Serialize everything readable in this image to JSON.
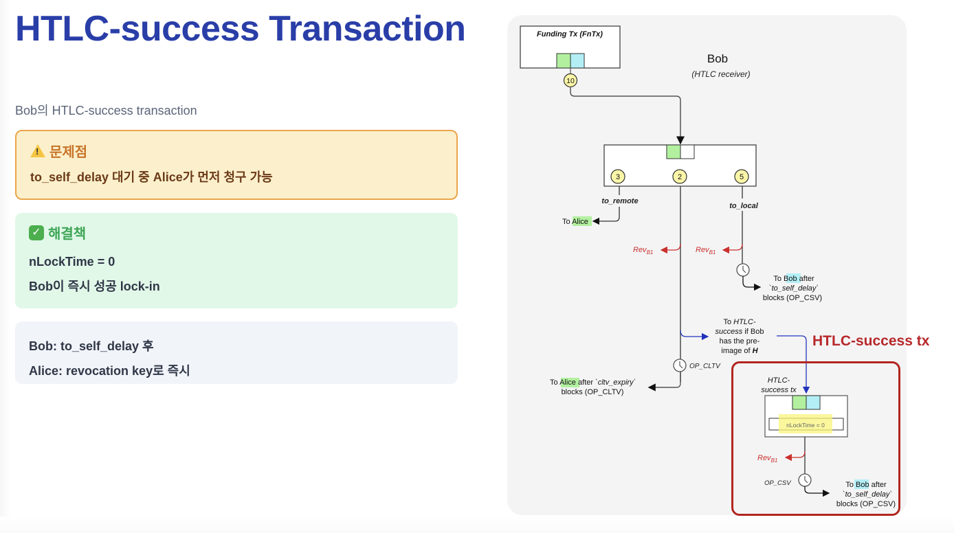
{
  "page": {
    "title": "HTLC-success Transaction",
    "subtitle": "Bob의 HTLC-success transaction"
  },
  "cards": {
    "warning": {
      "icon": "warning-icon",
      "heading": "문제점",
      "lines": [
        "to_self_delay 대기 중 Alice가 먼저 청구 가능"
      ]
    },
    "solution": {
      "icon": "check-icon",
      "check_glyph": "✓",
      "heading": "해결책",
      "lines": [
        "nLockTime = 0",
        "Bob이 즉시 성공 lock-in"
      ]
    },
    "note": {
      "lines": [
        "Bob: to_self_delay 후",
        "Alice: revocation key로 즉시"
      ]
    }
  },
  "diagram": {
    "party": "Bob",
    "role": "(HTLC receiver)",
    "funding_tx": {
      "label": "Funding Tx (FnTx)",
      "amount": "10"
    },
    "commitment_outputs": [
      {
        "amount": "3",
        "label": "to_remote"
      },
      {
        "amount": "2",
        "label": ""
      },
      {
        "amount": "5",
        "label": "to_local"
      }
    ],
    "to_alice": {
      "prefix": "To ",
      "name": "Alice"
    },
    "revocation_label": {
      "main": "Rev",
      "sub": "B1"
    },
    "to_local_dest": {
      "line1_prefix": "To ",
      "line1_name": "Bob",
      "line1_suffix": " after",
      "line2": "`to_self_delay`",
      "line3": "blocks (OP_CSV)"
    },
    "htlc_branch": {
      "line1": "To ",
      "line1_em": "HTLC-",
      "line2_em": "success",
      "line2": " if Bob",
      "line3": "has the pre-",
      "line4": "image of ",
      "line4_em": "H"
    },
    "cltv": {
      "op_label": "OP_CLTV",
      "line1_prefix": "To ",
      "line1_name": "Alice",
      "line1_suffix": " after ",
      "line1_em": "`cltv_expiry`",
      "line2": "blocks (OP_CLTV)"
    },
    "htlc_success_tx": {
      "label_line1": "HTLC-",
      "label_line2": "success tx",
      "nlocktime": "nLockTime = 0",
      "op_label": "OP_CSV",
      "dest_line1_prefix": "To ",
      "dest_line1_name": "Bob",
      "dest_line1_suffix": " after",
      "dest_line2": "`to_self_delay`",
      "dest_line3": "blocks (OP_CSV)"
    },
    "callout": "HTLC-success tx",
    "colors": {
      "alice_green": "#b2f0a0",
      "bob_cyan": "#b3eef5",
      "coin_yellow": "#fbf6a8",
      "revocation_red": "#c9302c",
      "htlc_blue": "#2233bb",
      "highlight_red": "#b2261f"
    }
  }
}
